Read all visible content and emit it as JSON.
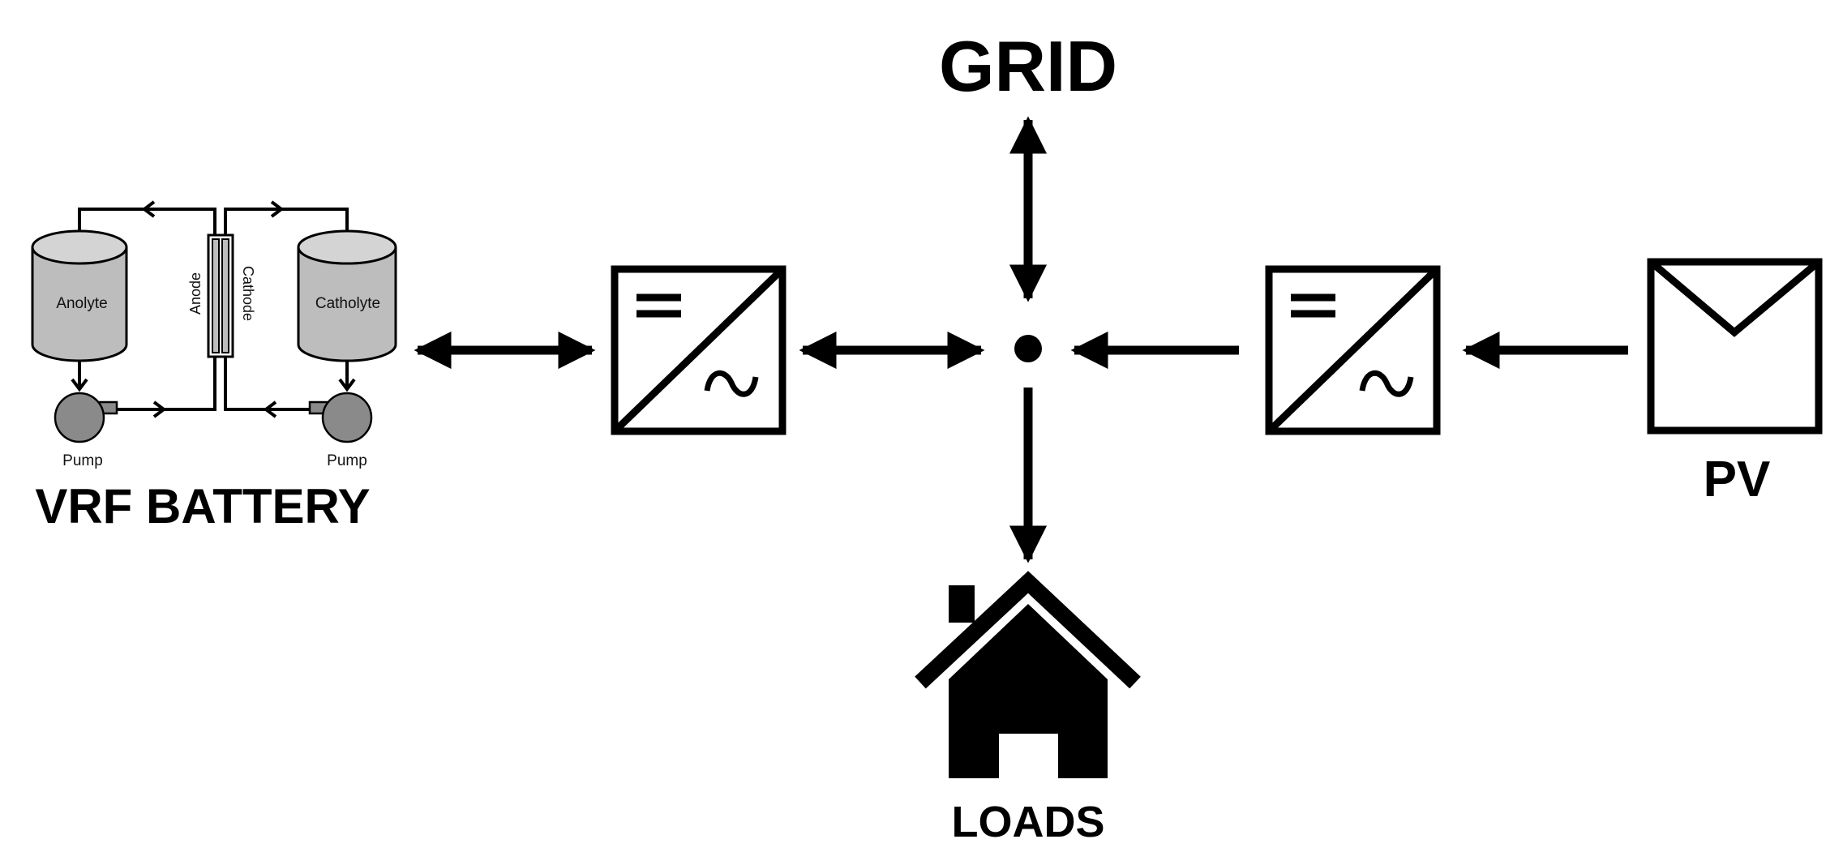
{
  "labels": {
    "grid": "GRID",
    "loads": "LOADS",
    "pv": "PV",
    "vrf_battery": "VRF BATTERY",
    "anolyte": "Anolyte",
    "catholyte": "Catholyte",
    "anode": "Anode",
    "cathode": "Cathode",
    "pump_left": "Pump",
    "pump_right": "Pump"
  },
  "colors": {
    "ink": "#000000",
    "tank_fill": "#bdbdbd",
    "pump_fill": "#8a8a8a",
    "background": "#ffffff"
  }
}
